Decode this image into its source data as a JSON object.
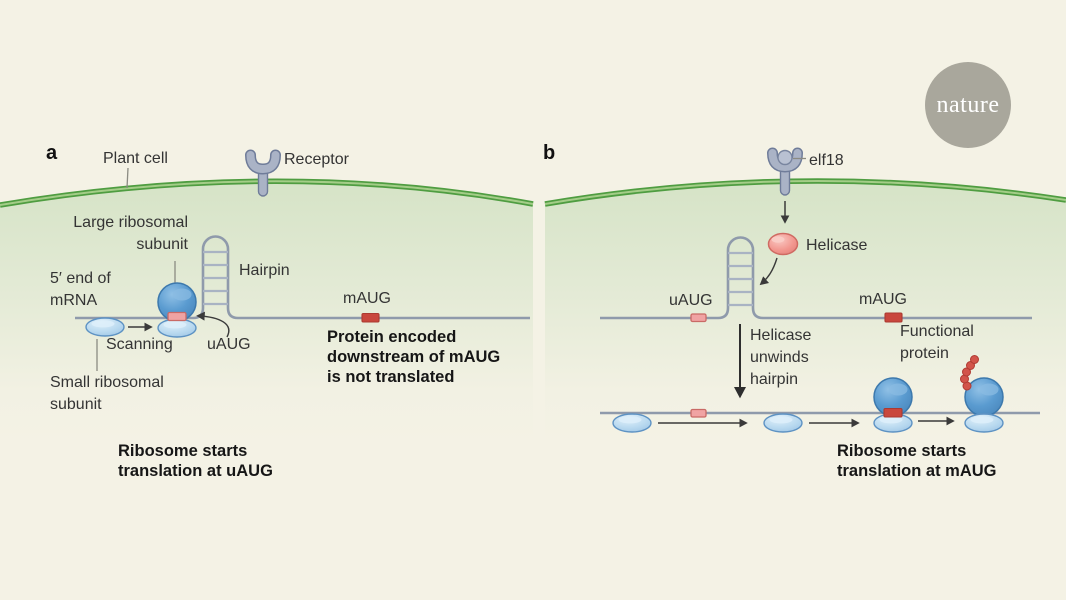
{
  "brand": {
    "logo_text": "nature"
  },
  "colors": {
    "background": "#f4f2e5",
    "membrane_green": "#4f9d41",
    "membrane_inner": "#a4cd88",
    "cell_fill_top": "#d5e3c6",
    "mrna_line": "#8f9aab",
    "hairpin_rung": "#a9b3c3",
    "large_subunit_blue": "#5a9bd0",
    "small_subunit_blue": "#b7d8ef",
    "uaug_codon_pink": "#f0a3a3",
    "maug_codon_red": "#c9473d",
    "helicase_pink": "#f2968e",
    "receptor_gray": "#aab3c6",
    "protein_bead_red": "#d2544a",
    "arrow_dark": "#3a3a3a",
    "logo_gray": "#a9a79c",
    "text": "#343434"
  },
  "panel_a": {
    "label": "a",
    "plant_cell": "Plant cell",
    "receptor": "Receptor",
    "large_ribosomal_subunit": "Large ribosomal\nsubunit",
    "five_prime_end": "5′ end of\nmRNA",
    "hairpin": "Hairpin",
    "scanning": "Scanning",
    "uaug": "uAUG",
    "maug": "mAUG",
    "small_ribosomal_subunit": "Small ribosomal\nsubunit",
    "not_translated": "Protein encoded\ndownstream of mAUG\nis not translated",
    "ribosome_starts": "Ribosome starts\ntranslation at uAUG"
  },
  "panel_b": {
    "label": "b",
    "elf18": "elf18",
    "helicase": "Helicase",
    "uaug": "uAUG",
    "maug": "mAUG",
    "helicase_unwinds": "Helicase\nunwinds\nhairpin",
    "functional_protein": "Functional\nprotein",
    "ribosome_starts": "Ribosome starts\ntranslation at mAUG"
  }
}
